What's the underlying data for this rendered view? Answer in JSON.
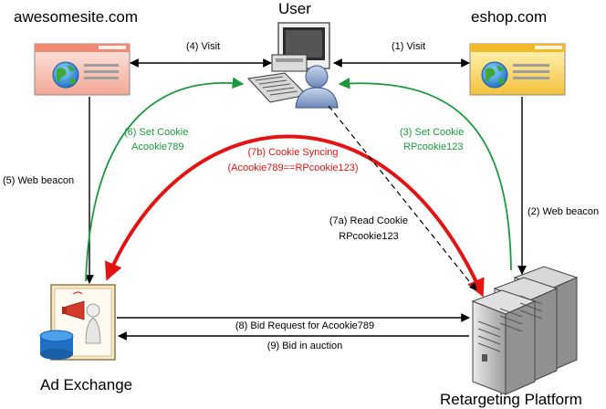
{
  "nodes": {
    "user": "User",
    "awesomesite": "awesomesite.com",
    "eshop": "eshop.com",
    "ad_exchange": "Ad Exchange",
    "retargeting": "Retargeting Platform"
  },
  "edges": {
    "visit_awesome": "(4) Visit",
    "visit_eshop": "(1) Visit",
    "web_beacon_5": "(5) Web beacon",
    "web_beacon_2": "(2) Web beacon",
    "set_cookie_6_a": "(6) Set Cookie",
    "set_cookie_6_b": "Acookie789",
    "set_cookie_3_a": "(3) Set Cookie",
    "set_cookie_3_b": "RPcookie123",
    "sync_a": "(7b) Cookie Syncing",
    "sync_b": "(Acookie789==RPcookie123)",
    "read_cookie_a": "(7a) Read Cookie",
    "read_cookie_b": "RPcookie123",
    "bid_request": "(8) Bid Request for Acookie789",
    "bid_auction": "(9) Bid in auction"
  },
  "colors": {
    "green": "#1a9a3c",
    "red": "#e41414",
    "black": "#000000"
  }
}
